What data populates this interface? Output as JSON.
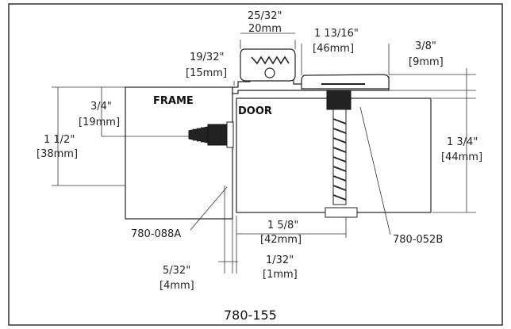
{
  "diagram": {
    "model": "780-155",
    "parts": {
      "frame": "FRAME",
      "door": "DOOR"
    },
    "callouts": {
      "frame_part": "780-088A",
      "door_part": "780-052B"
    },
    "dims": {
      "top_width_in": "25/32\"",
      "top_width_mm": "20mm",
      "offset_in": "19/32\"",
      "offset_mm": "[15mm]",
      "leaf_in": "1 13/16\"",
      "leaf_mm": "[46mm]",
      "leaf_thk_in": "3/8\"",
      "leaf_thk_mm": "[9mm]",
      "frame_face_in": "3/4\"",
      "frame_face_mm": "[19mm]",
      "frame_depth_in": "1 1/2\"",
      "frame_depth_mm": "[38mm]",
      "door_thk_in": "1 3/4\"",
      "door_thk_mm": "[44mm]",
      "screw_in": "1 5/8\"",
      "screw_mm": "[42mm]",
      "gap_in": "1/32\"",
      "gap_mm": "[1mm]",
      "clear_in": "5/32\"",
      "clear_mm": "[4mm]"
    }
  }
}
